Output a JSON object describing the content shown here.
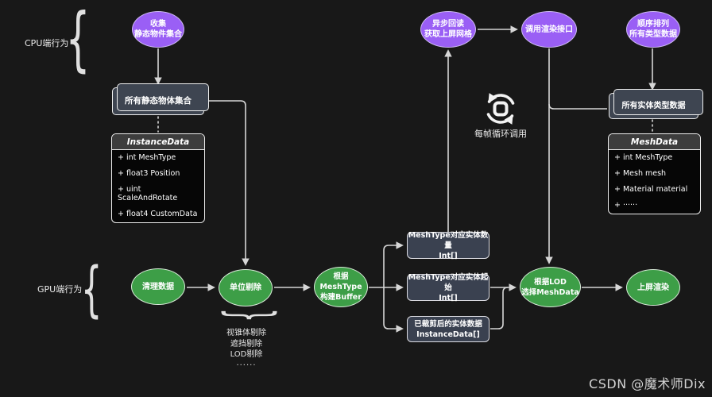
{
  "colors": {
    "background": "#181818",
    "cpu_node_fill": "#9a5ff5",
    "gpu_node_fill": "#3d9e47",
    "data_box_fill": "#3a4150",
    "class_header_fill": "#3d3d3d",
    "edge_line": "#d6d6d6",
    "text": "#ffffff"
  },
  "sections": {
    "cpu_label": "CPU端行为",
    "gpu_label": "GPU端行为"
  },
  "loop": {
    "label": "每帧循环调用"
  },
  "watermark": "CSDN @魔术师Dix",
  "nodes": {
    "collect": {
      "line1": "收集",
      "line2": "静态物件集合"
    },
    "async_readback": {
      "line1": "异步回读",
      "line2": "获取上屏网格"
    },
    "call_render_api": {
      "line1": "调用渲染接口"
    },
    "sort_all_types": {
      "line1": "顺序排列",
      "line2": "所有类型数据"
    },
    "all_static_objects": {
      "label": "所有静态物体集合"
    },
    "all_entity_type_data": {
      "label": "所有实体类型数据"
    },
    "clear_data": {
      "line1": "清理数据"
    },
    "unit_culling": {
      "line1": "单位剔除"
    },
    "build_buffer": {
      "line1": "根据MeshType",
      "line2": "构建Buffer"
    },
    "entity_count": {
      "line1": "MeshType对应实体数量",
      "line2": "Int[]"
    },
    "entity_start": {
      "line1": "MeshType对应实体起始",
      "line2": "Int[]"
    },
    "culled_entities": {
      "line1": "已裁剪后的实体数据",
      "line2": "InstanceData[]"
    },
    "select_lod": {
      "line1": "根据LOD",
      "line2": "选择MeshData"
    },
    "screen_render": {
      "line1": "上屏渲染"
    }
  },
  "classes": {
    "instance_data": {
      "title": "InstanceData",
      "fields": [
        "+ int MeshType",
        "+ float3 Position",
        "+ uint ScaleAndRotate",
        "+ float4 CustomData"
      ]
    },
    "mesh_data": {
      "title": "MeshData",
      "fields": [
        "+ int MeshType",
        "+ Mesh mesh",
        "+ Material material",
        "+ ······"
      ]
    }
  },
  "culling_note": {
    "line1": "视锥体剔除",
    "line2": "遮挡剔除",
    "line3": "LOD剔除",
    "line4": "······"
  }
}
